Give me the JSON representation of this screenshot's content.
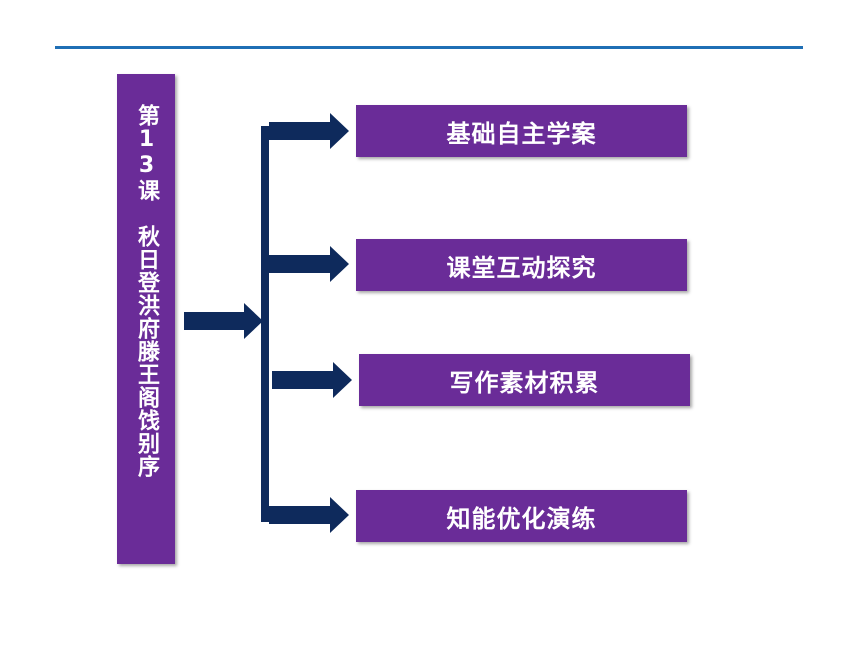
{
  "title": "第13课　秋日登洪府滕王阁饯别序",
  "menu": [
    {
      "label": "基础自主学案"
    },
    {
      "label": "课堂互动探究"
    },
    {
      "label": "写作素材积累"
    },
    {
      "label": "知能优化演练"
    }
  ],
  "colors": {
    "rule": "#1f6fb5",
    "box": "#6a2c98",
    "arrow": "#0e2a5c",
    "text": "#ffffff"
  }
}
